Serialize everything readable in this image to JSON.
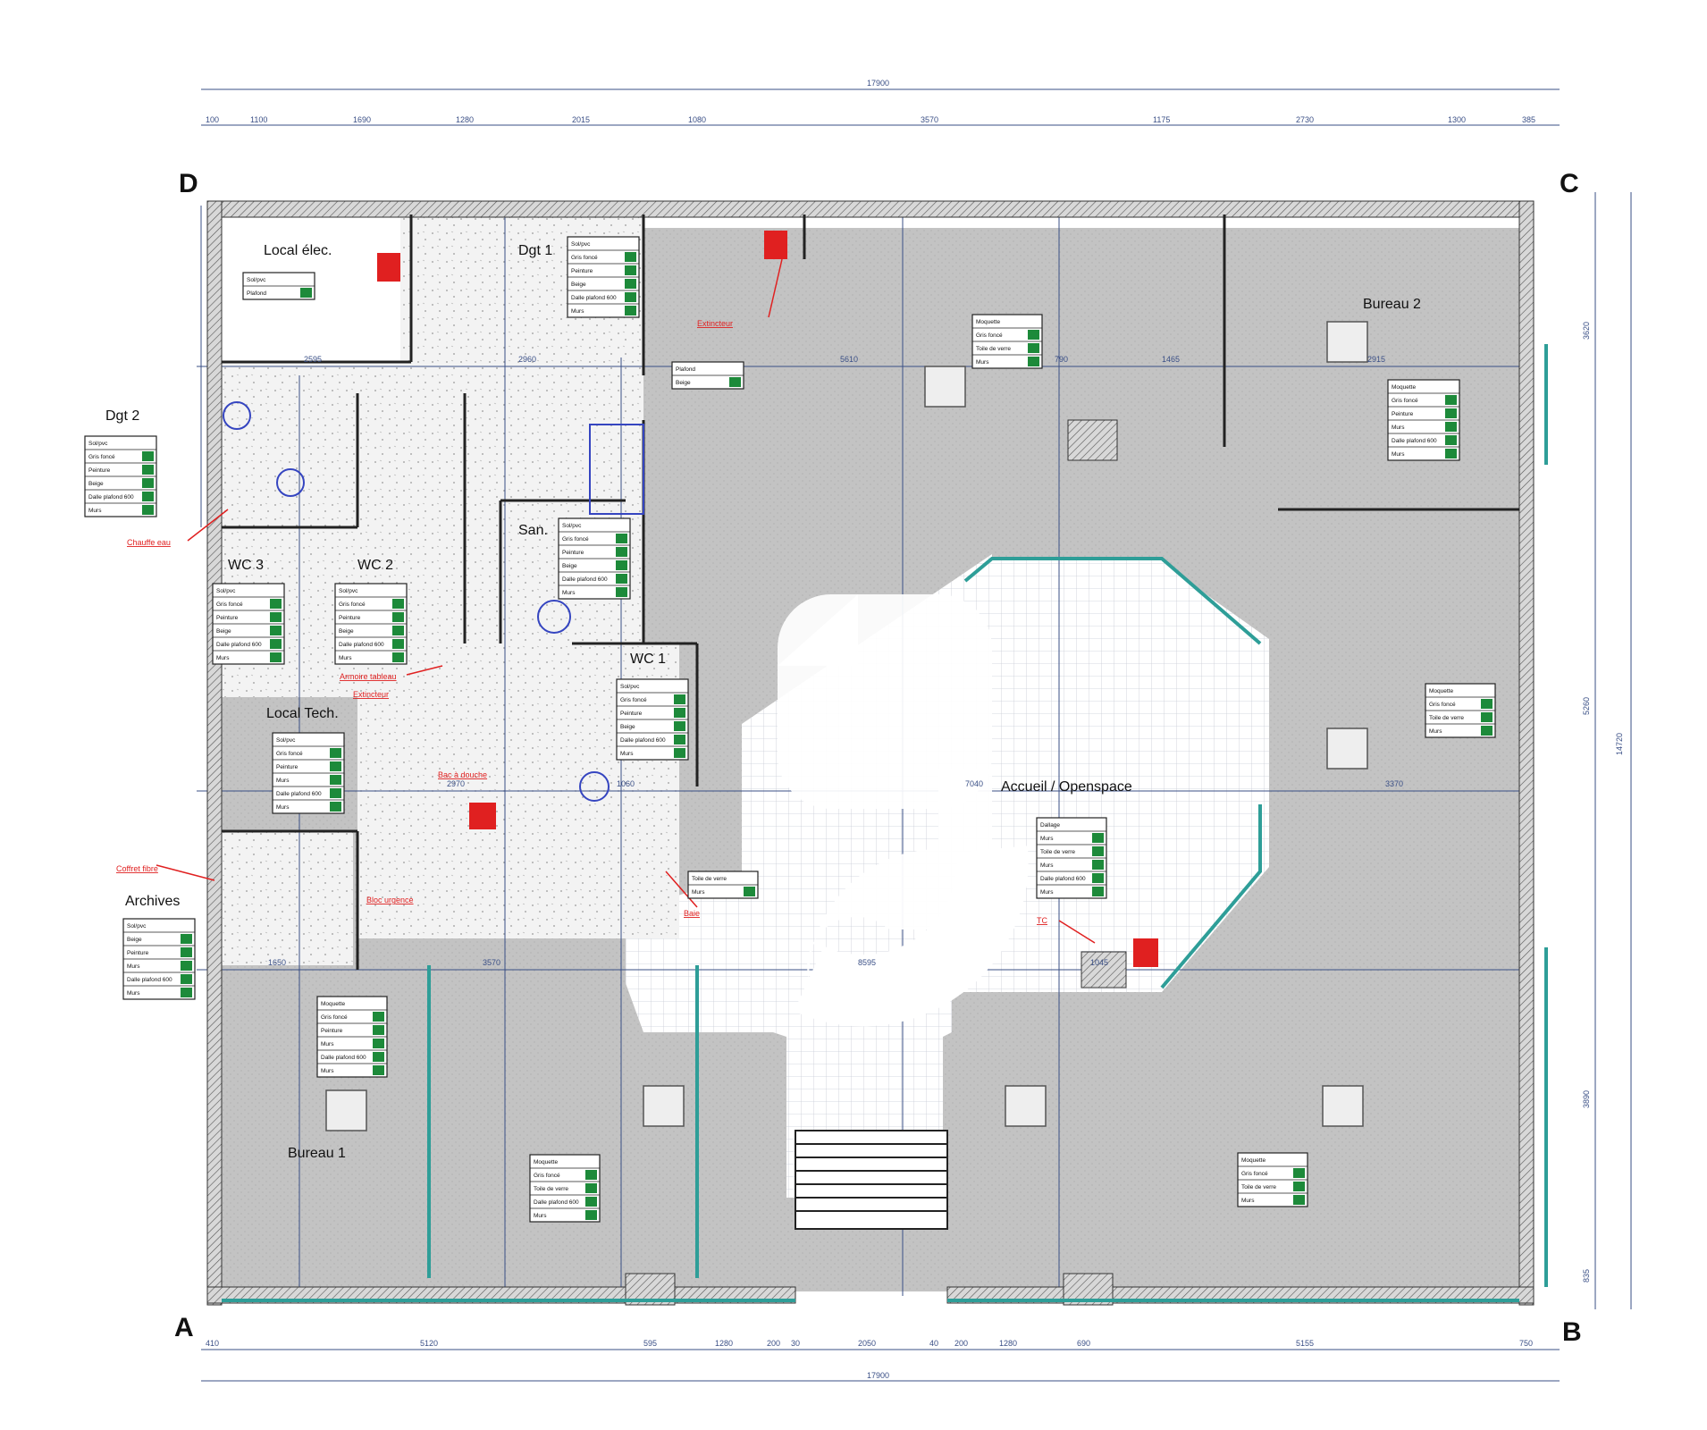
{
  "corners": {
    "a": "A",
    "b": "B",
    "c": "C",
    "d": "D"
  },
  "dims": {
    "top_total": "17900",
    "top": [
      "100",
      "1100",
      "1690",
      "1280",
      "2015",
      "1080",
      "3570",
      "1175",
      "2730",
      "1300",
      "385"
    ],
    "bottom_total": "17900",
    "bottom": [
      "410",
      "5120",
      "595",
      "1280",
      "200",
      "30",
      "2050",
      "40",
      "200",
      "1280",
      "690",
      "5155",
      "750"
    ],
    "right_total": "14720",
    "right": [
      "3620",
      "5260",
      "3890",
      "835"
    ],
    "inner": [
      "2595",
      "2960",
      "5610",
      "790",
      "1465",
      "2915",
      "2970",
      "1060",
      "7040",
      "3370",
      "1650",
      "3570",
      "8595",
      "1045"
    ]
  },
  "rooms": {
    "local_elec": "Local élec.",
    "dgt1": "Dgt 1",
    "dgt2": "Dgt 2",
    "bureau2": "Bureau 2",
    "san": "San.",
    "wc3": "WC 3",
    "wc2": "WC 2",
    "wc1": "WC 1",
    "local_tech": "Local Tech.",
    "archives": "Archives",
    "accueil": "Accueil / Openspace",
    "bureau1": "Bureau 1"
  },
  "annotations": {
    "chauffe_eau": "Chauffe eau",
    "armoire_tableau": "Armoire tableau",
    "extincteur": "Extincteur",
    "coffret": "Coffret fibre",
    "extincteur2": "Extincteur",
    "baie": "Baie",
    "bac": "Bac à douche",
    "bloc": "Bloc urgence",
    "tc": "TC"
  },
  "tables": {
    "local_elec": [
      "Sol/pvc",
      "Plafond"
    ],
    "dgt1": [
      "Sol/pvc",
      "Gris foncé",
      "Peinture",
      "Beige",
      "Dalle plafond 600",
      "Murs"
    ],
    "dgt2": [
      "Sol/pvc",
      "Gris foncé",
      "Peinture",
      "Beige",
      "Dalle plafond 600",
      "Murs"
    ],
    "wc3": [
      "Sol/pvc",
      "Gris foncé",
      "Peinture",
      "Beige",
      "Dalle plafond 600",
      "Murs"
    ],
    "wc2": [
      "Sol/pvc",
      "Gris foncé",
      "Peinture",
      "Beige",
      "Dalle plafond 600",
      "Murs"
    ],
    "san": [
      "Sol/pvc",
      "Gris foncé",
      "Peinture",
      "Beige",
      "Dalle plafond 600",
      "Murs"
    ],
    "wc1": [
      "Sol/pvc",
      "Gris foncé",
      "Peinture",
      "Beige",
      "Dalle plafond 600",
      "Murs"
    ],
    "local_tech": [
      "Sol/pvc",
      "Gris foncé",
      "Peinture",
      "Murs",
      "Dalle plafond 600",
      "Murs"
    ],
    "archives": [
      "Sol/pvc",
      "Beige",
      "Peinture",
      "Murs",
      "Dalle plafond 600",
      "Murs"
    ],
    "bureau1": [
      "Moquette",
      "Gris foncé",
      "Peinture",
      "Murs",
      "Dalle plafond 600",
      "Murs"
    ],
    "bureau2": [
      "Moquette",
      "Gris foncé",
      "Peinture",
      "Murs",
      "Dalle plafond 600",
      "Murs"
    ],
    "openspace_top": [
      "Moquette",
      "Gris foncé",
      "Toile de verre",
      "Murs"
    ],
    "openspace_right": [
      "Moquette",
      "Gris foncé",
      "Toile de verre",
      "Murs"
    ],
    "accueil": [
      "Dallage",
      "Murs",
      "Toile de verre",
      "Murs",
      "Dalle plafond 600",
      "Murs"
    ],
    "bottom_center": [
      "Moquette",
      "Gris foncé",
      "Toile de verre",
      "Dalle plafond 600",
      "Murs"
    ],
    "bottom_right": [
      "Moquette",
      "Gris foncé",
      "Toile de verre",
      "Murs"
    ],
    "beige": [
      "Plafond",
      "Beige"
    ],
    "toile": [
      "Toile de verre",
      "Murs"
    ]
  },
  "colors": {
    "wall": "#7a7a7a",
    "floor": "#c8c8c8",
    "dim": "#3a4f86",
    "annot": "#e02020",
    "glazing": "#2e9e98",
    "badge": "#1d8a3a"
  },
  "icons": [
    "extinguisher-icon",
    "door-icon",
    "sanitary-icon",
    "rotate-icon"
  ]
}
